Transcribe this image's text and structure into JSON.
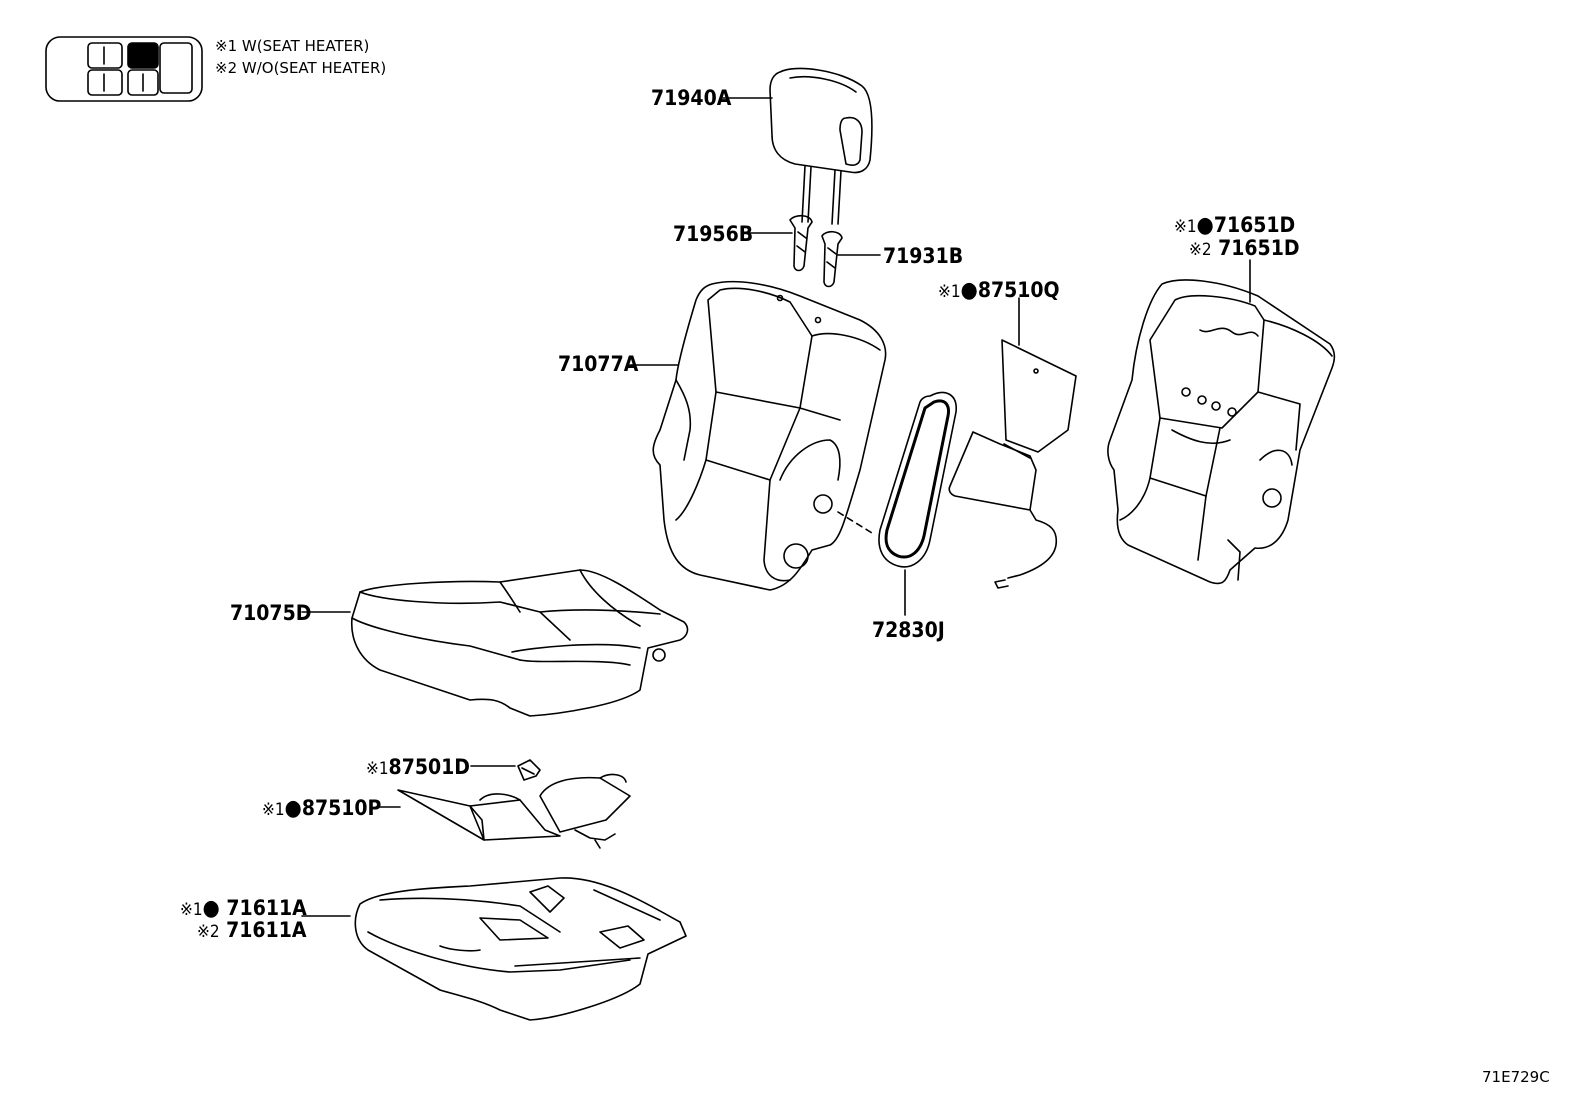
{
  "legend": {
    "lines": [
      "※1 W(SEAT HEATER)",
      "※2 W/O(SEAT HEATER)"
    ]
  },
  "labels": {
    "p71940A": "71940A",
    "p71956B": "71956B",
    "p71931B": "71931B",
    "p71077A": "71077A",
    "p71075D": "71075D",
    "p72830J": "72830J",
    "p87510Q": {
      "mark": "※1",
      "dot": "●",
      "num": "87510Q"
    },
    "p71651D_1": {
      "mark": "※1",
      "dot": "●",
      "num": "71651D"
    },
    "p71651D_2": {
      "mark": "※2",
      "num": "71651D"
    },
    "p87501D": {
      "mark": "※1",
      "num": "87501D"
    },
    "p87510P": {
      "mark": "※1",
      "dot": "●",
      "num": "87510P"
    },
    "p71611A_1": {
      "mark": "※1",
      "dot": "●",
      "num": "71611A"
    },
    "p71611A_2": {
      "mark": "※2",
      "num": "71611A"
    }
  },
  "diagram_code": "71E729C"
}
